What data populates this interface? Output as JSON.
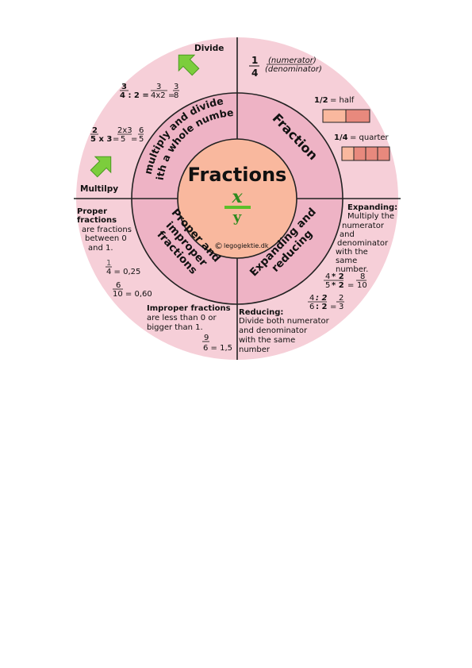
{
  "center": {
    "title": "Fractions",
    "var_top": "x",
    "var_bottom": "y",
    "copyright": "legogiektie.dk"
  },
  "ring": {
    "multiply": [
      "multiply and divide",
      "with a whole number"
    ],
    "fraction": "Fraction",
    "proper": [
      "Proper and",
      "improper",
      "fractions"
    ],
    "expanding": [
      "Expanding and",
      "reducing"
    ]
  },
  "q1": {
    "divide_label": "Divide",
    "ex1_num": "3",
    "ex1_row": "4 : 2 =",
    "ex1_mid_num": "3",
    "ex1_mid_den": "4x2",
    "ex1_eq": "=",
    "ex1_res_num": "3",
    "ex1_res_den": "8",
    "ex2_num": "2",
    "ex2_row": "5 x 3",
    "ex2_eq1": "=",
    "ex2_mid_num": "2x3",
    "ex2_mid_den": "5",
    "ex2_eq2": "=",
    "ex2_res_num": "6",
    "ex2_res_den": "5",
    "multiply_label": "Multilpy"
  },
  "q2": {
    "num": "1",
    "den": "4",
    "numerator": "(numerator)",
    "denominator": "(denominator)",
    "half_frac": "1/2",
    "half_word": "= half",
    "quarter_frac": "1/4",
    "quarter_word": "= quarter"
  },
  "q3": {
    "proper_title": [
      "Proper",
      "fractions"
    ],
    "proper_desc": [
      "are fractions",
      "between 0",
      "and 1."
    ],
    "ex1_num": "1",
    "ex1_rest": "4 = 0,25",
    "ex2_num": "6",
    "ex2_rest": "10 = 0,60",
    "improper_title": "Improper fractions",
    "improper_desc": [
      "are less than 0 or",
      "bigger than 1."
    ],
    "ex3_num": "9",
    "ex3_rest": "6 = 1,5"
  },
  "q4": {
    "expanding_title": "Expanding:",
    "expanding_desc": [
      "Multiply the",
      "numerator",
      "and",
      "denominator",
      "with the",
      "same",
      "number."
    ],
    "exp_num": "4",
    "exp_num_op": "* 2",
    "exp_den": "5",
    "exp_den_op": "* 2",
    "exp_eq": "=",
    "exp_res_num": "8",
    "exp_res_den": "10",
    "red_num": "4",
    "red_num_op": ": 2",
    "red_den": "6",
    "red_den_op": ": 2",
    "red_eq": "=",
    "red_res_num": "2",
    "red_res_den": "3",
    "reducing_title": "Reducing:",
    "reducing_desc": [
      "Divide both numerator",
      "and denominator",
      "with the same",
      "number"
    ]
  },
  "colors": {
    "outer": "#f6cfd8",
    "ring": "#eeb3c5",
    "center": "#f9b89e",
    "accent": "#e8897d",
    "green": "#5bbf2a"
  }
}
